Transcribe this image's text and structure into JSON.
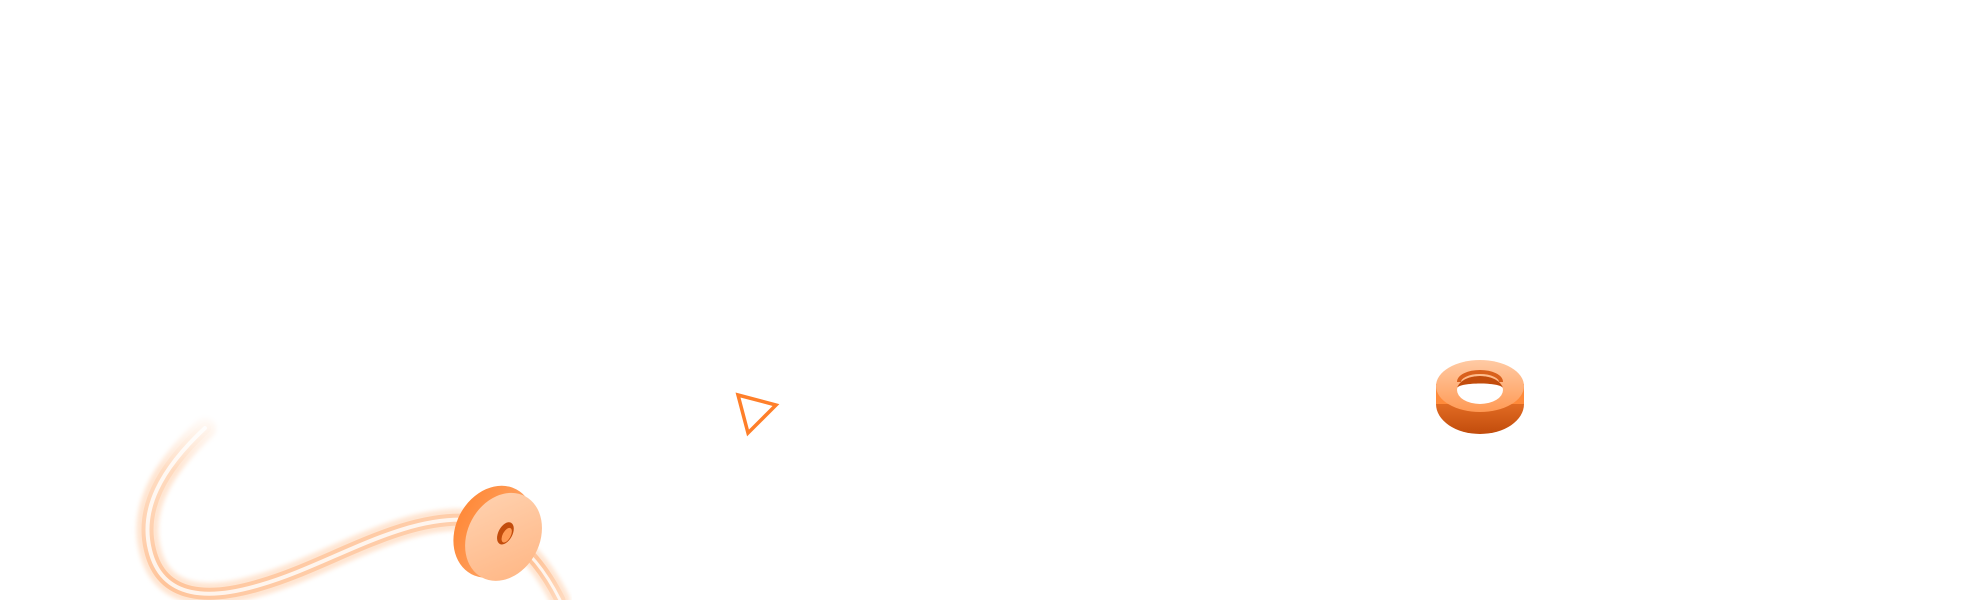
{
  "colors": {
    "background": "#ffffff",
    "accent": "#ff7f2a",
    "accent_light": "#ffc8a0",
    "accent_dark": "#c24c0c",
    "cord": "#ffcfa8"
  },
  "decorations": [
    {
      "name": "cord-with-bead",
      "icon": "bead-on-cord-icon"
    },
    {
      "name": "outline-triangle",
      "icon": "triangle-outline-icon"
    },
    {
      "name": "ring-torus",
      "icon": "torus-ring-icon"
    }
  ]
}
